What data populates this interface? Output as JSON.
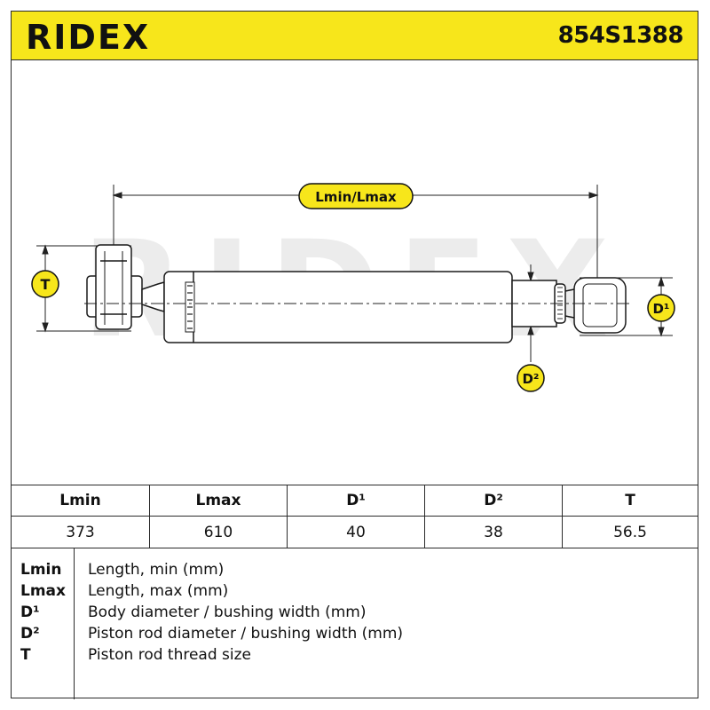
{
  "header": {
    "brand": "RIDEX",
    "part_number": "854S1388"
  },
  "drawing": {
    "watermark": "RIDEX",
    "labels": {
      "length": "Lmin/Lmax",
      "thread": "T",
      "body_diameter": "D¹",
      "rod_diameter": "D²"
    },
    "colors": {
      "badge": "#f7e61b",
      "header": "#f7e61b",
      "line": "#222222",
      "watermark": "#e6e6e6"
    }
  },
  "specs": {
    "headers": [
      "Lmin",
      "Lmax",
      "D¹",
      "D²",
      "T"
    ],
    "values": [
      "373",
      "610",
      "40",
      "38",
      "56.5"
    ]
  },
  "legend": [
    {
      "abbr": "Lmin",
      "desc": "Length, min (mm)"
    },
    {
      "abbr": "Lmax",
      "desc": "Length, max (mm)"
    },
    {
      "abbr": "D¹",
      "desc": "Body diameter / bushing width (mm)"
    },
    {
      "abbr": "D²",
      "desc": "Piston rod diameter / bushing width (mm)"
    },
    {
      "abbr": "T",
      "desc": "Piston rod thread size"
    }
  ]
}
